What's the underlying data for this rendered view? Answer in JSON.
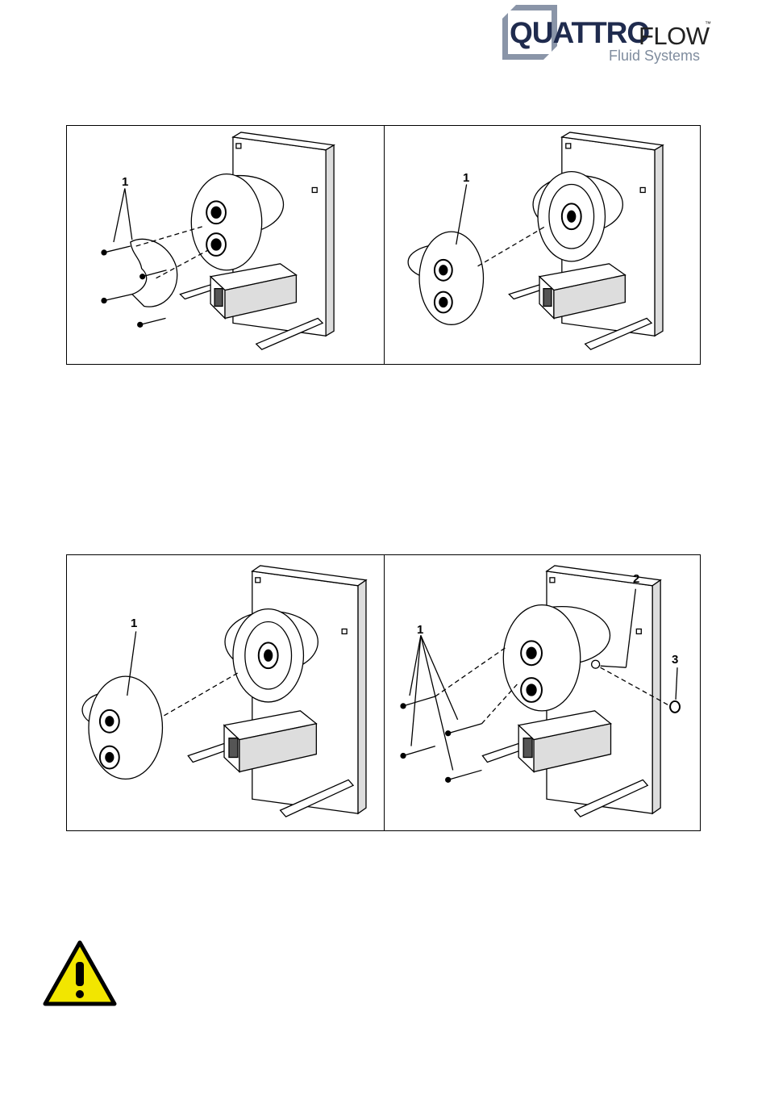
{
  "header": {
    "brand_strong": "QUATTRO",
    "brand_light": "FLOW",
    "brand_tm": "™",
    "brand_sub": "Fluid Systems",
    "colors": {
      "logo_square": "#8a95a8",
      "logo_text": "#1f2b4e",
      "subtext": "#7f8c9e"
    }
  },
  "figures": [
    {
      "panels": [
        {
          "callouts": [
            "1"
          ]
        },
        {
          "callouts": [
            "1"
          ]
        }
      ]
    },
    {
      "panels": [
        {
          "callouts": [
            "1"
          ]
        },
        {
          "callouts": [
            "1",
            "2",
            "3"
          ]
        }
      ]
    }
  ],
  "warning": {
    "icon": "warning-triangle-icon",
    "color": "#f2e600"
  }
}
